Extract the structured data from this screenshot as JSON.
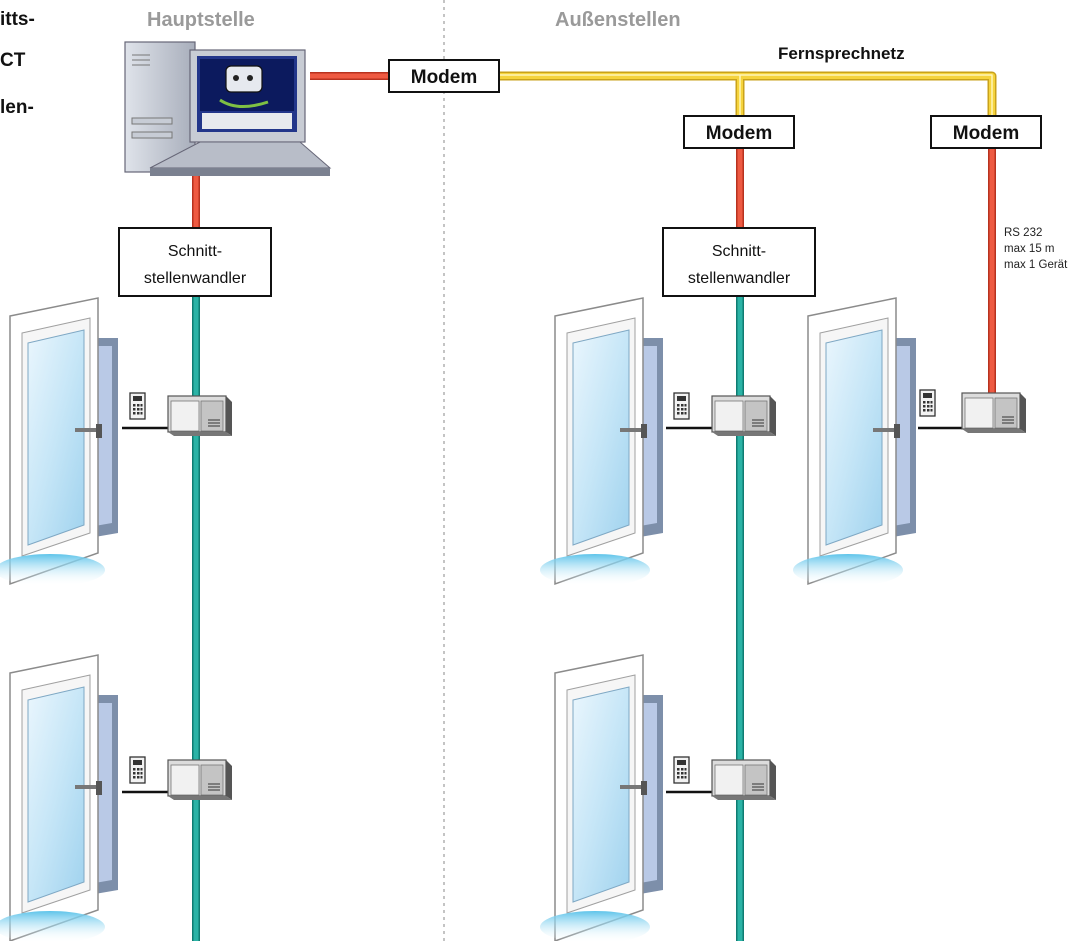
{
  "left_text": {
    "line1": "itts-",
    "line2": "CT",
    "line3": "len-"
  },
  "headers": {
    "main": "Hauptstelle",
    "remote": "Außenstellen"
  },
  "network_label": "Fernsprechnetz",
  "modem_label": "Modem",
  "converter_label": {
    "line1": "Schnitt-",
    "line2": "stellenwandler"
  },
  "rs232_note": {
    "line1": "RS 232",
    "line2": "max 15 m",
    "line3": "max 1 Gerät"
  },
  "colors": {
    "rs232_line": "#e8503a",
    "phone_line": "#f5d33c",
    "bus_line": "#2bb3a6",
    "divider": "#b0b0b0",
    "header_gray": "#9a9a9a"
  },
  "icons": [
    "computer-icon",
    "door-icon",
    "keypad-icon",
    "controller-box-icon"
  ]
}
